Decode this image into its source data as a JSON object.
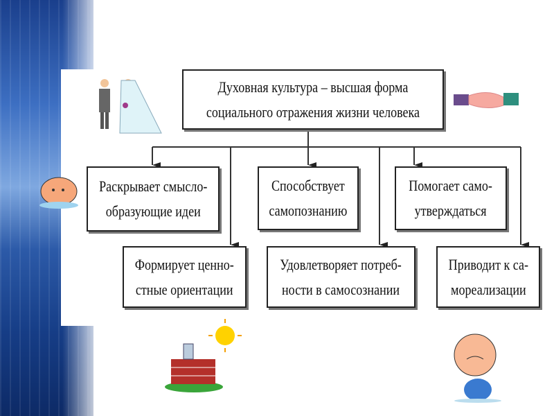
{
  "diagram": {
    "root": {
      "line1": "Духовная культура – высшая форма",
      "line2": "социального отражения жизни человека"
    },
    "children": [
      {
        "line1": "Раскрывает смысло-",
        "line2": "образующие идеи"
      },
      {
        "line1": "Способствует",
        "line2": "самопознанию"
      },
      {
        "line1": "Помогает само-",
        "line2": "утверждаться"
      },
      {
        "line1": "Формирует ценно-",
        "line2": "стные ориентации"
      },
      {
        "line1": "Удовлетворяет потреб-",
        "line2": "ности в самосознании"
      },
      {
        "line1": "Приводит к са-",
        "line2": "мореализации"
      }
    ]
  }
}
